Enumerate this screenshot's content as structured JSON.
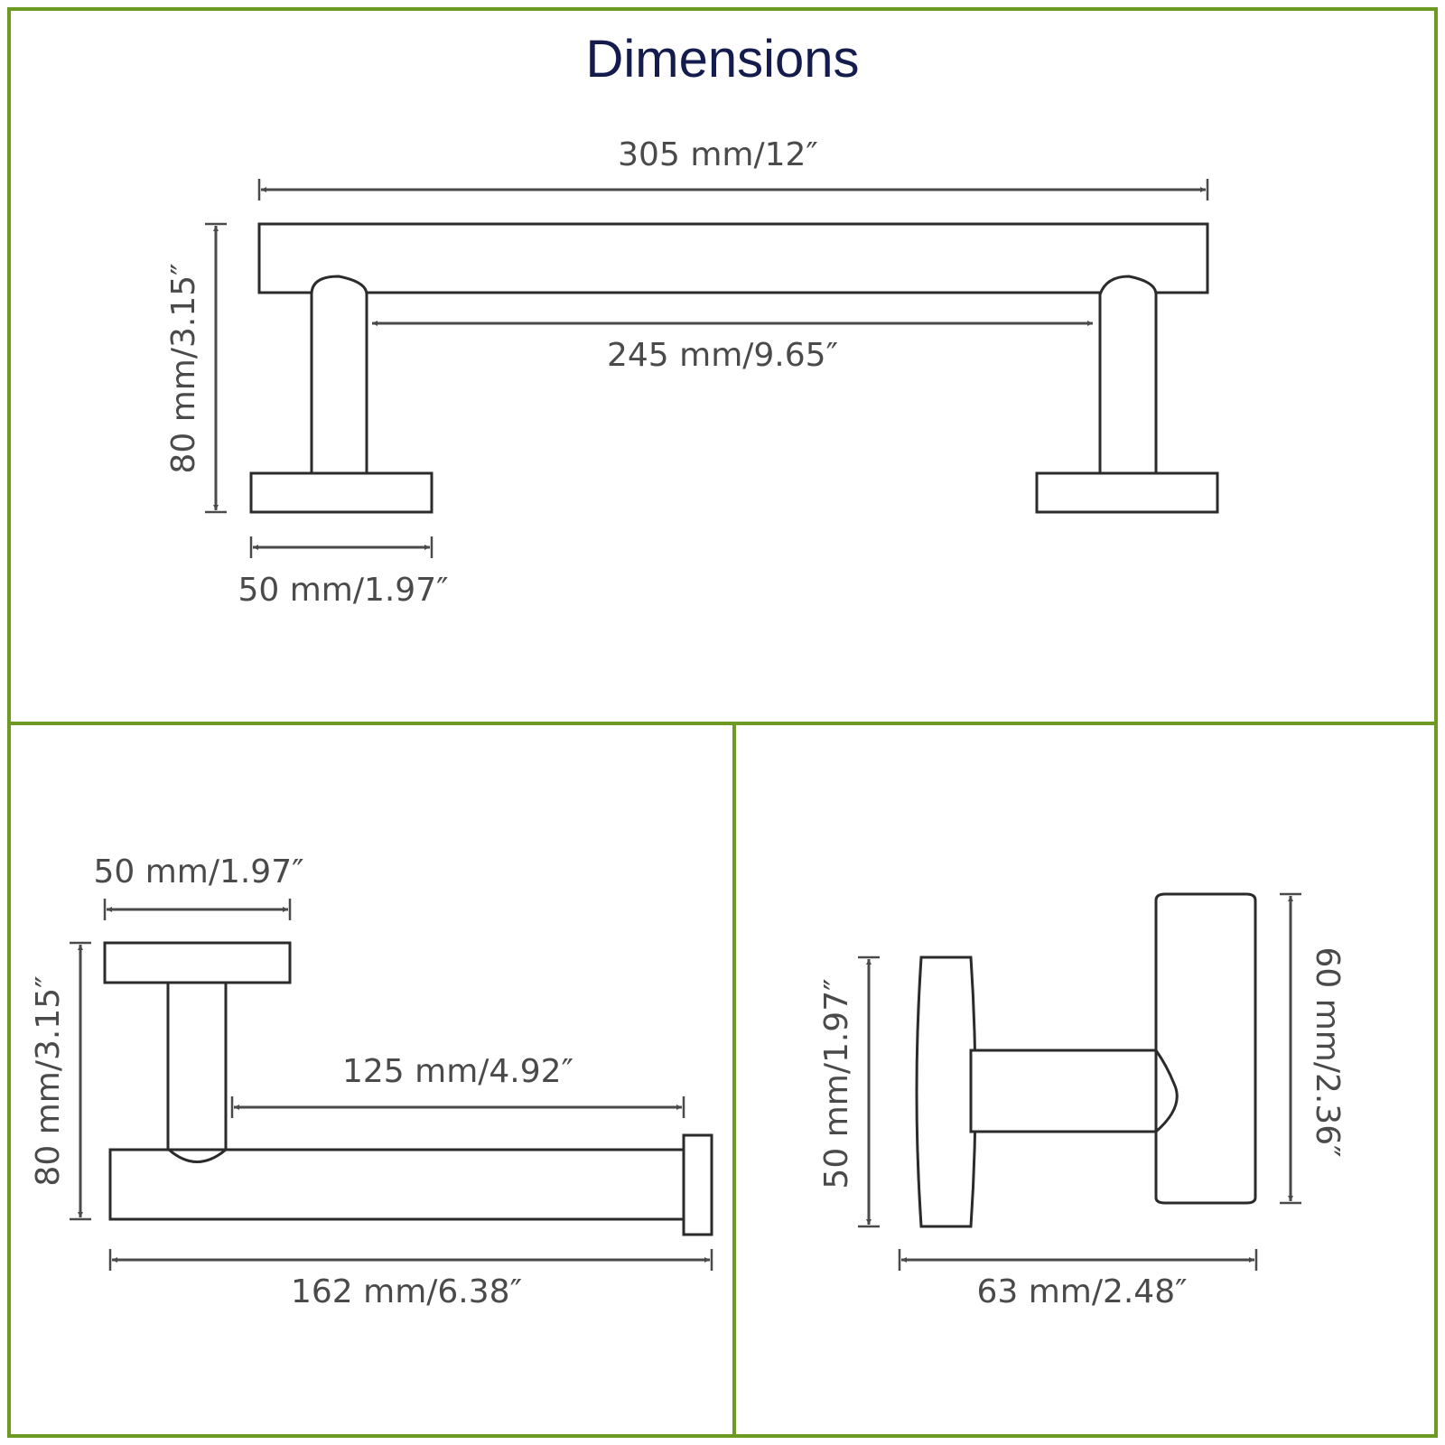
{
  "title": "Dimensions",
  "colors": {
    "border": "#6c9a22",
    "title": "#141b4d",
    "line": "#2b2b2b",
    "dimension": "#4a4a4a"
  },
  "towel_bar": {
    "overall_length": "305 mm/12″",
    "inner_length": "245 mm/9.65″",
    "height": "80 mm/3.15″",
    "base_width": "50 mm/1.97″"
  },
  "paper_holder": {
    "base_width": "50 mm/1.97″",
    "height": "80 mm/3.15″",
    "arm_length": "125 mm/4.92″",
    "overall_length": "162 mm/6.38″"
  },
  "robe_hook": {
    "base_height": "50 mm/1.97″",
    "hook_height": "60 mm/2.36″",
    "depth": "63 mm/2.48″"
  }
}
